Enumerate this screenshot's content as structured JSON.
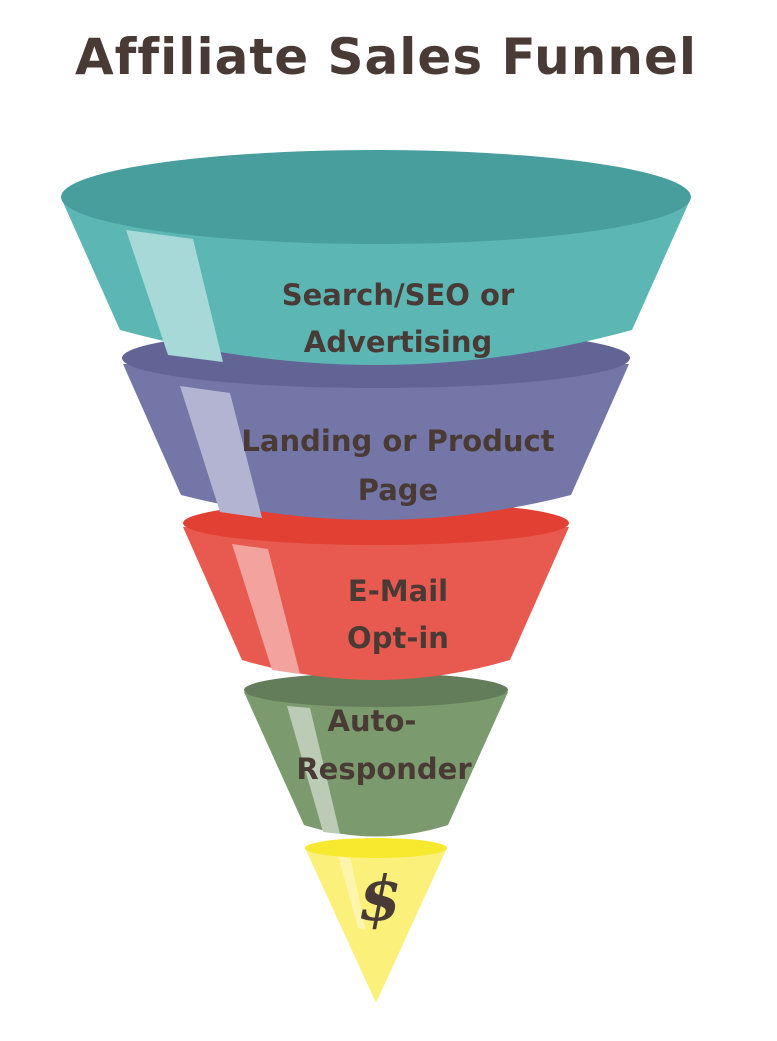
{
  "title": "Affiliate Sales Funnel",
  "stages": [
    {
      "lines": [
        "Search/SEO or",
        "Advertising"
      ],
      "colors": {
        "top": "#479e9c",
        "body": "#5bb6b4",
        "highlight": "#a6d9d7"
      }
    },
    {
      "lines": [
        "Landing or Product",
        "Page"
      ],
      "colors": {
        "top": "#636496",
        "body": "#7376a6",
        "highlight": "#b3b4d2"
      }
    },
    {
      "lines": [
        "E-Mail",
        "Opt-in"
      ],
      "colors": {
        "top": "#e14033",
        "body": "#e85a4f",
        "highlight": "#f3a39d"
      }
    },
    {
      "lines": [
        "Auto-",
        "Responder"
      ],
      "colors": {
        "top": "#637c59",
        "body": "#7b9a6e",
        "highlight": "#bccbb5"
      }
    },
    {
      "lines": [
        "$"
      ],
      "colors": {
        "top": "#f7ea2e",
        "body": "#fbf07a",
        "highlight": "#fdf7c0"
      }
    }
  ]
}
